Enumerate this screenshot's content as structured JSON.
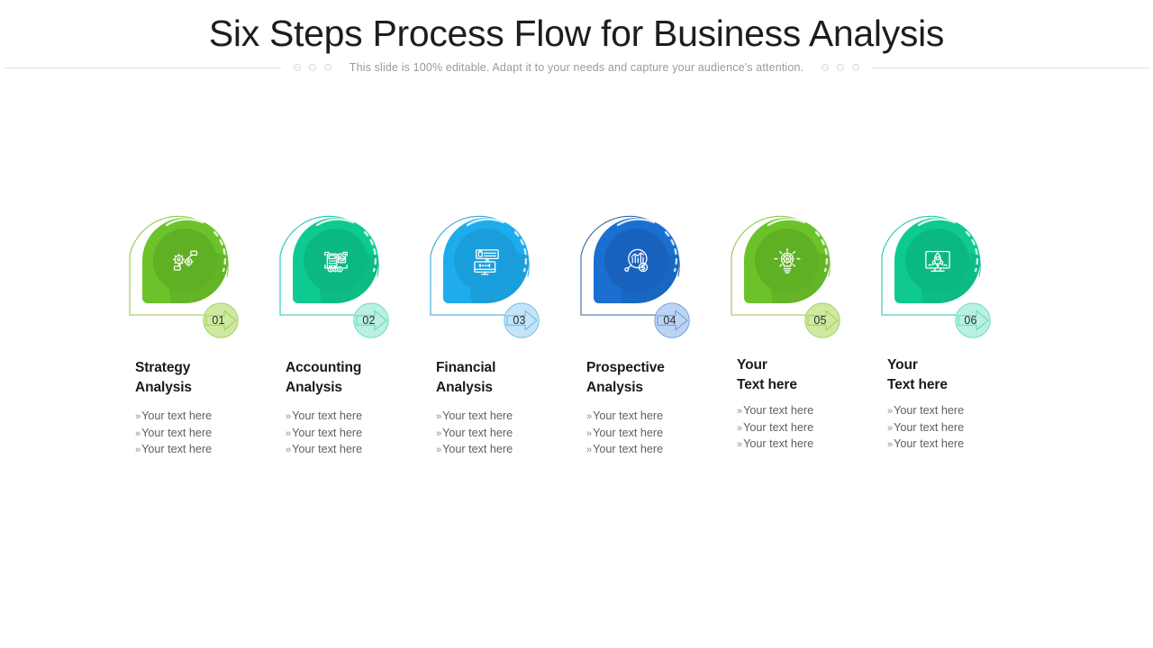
{
  "header": {
    "title": "Six Steps Process Flow for Business Analysis",
    "subtitle": "This slide is 100% editable. Adapt it to your needs and capture your audience's attention.",
    "dot_icon": "circle-outline-icon"
  },
  "steps": [
    {
      "number": "01",
      "heading": "Strategy\nAnalysis",
      "icon": "gears-strategy-icon",
      "colors": {
        "outer": "#6cc22a",
        "inner": "#5fb023",
        "frame": "#8cc63f",
        "badge_fill": "#cfeaa0",
        "badge_stroke": "#9ccd5a"
      },
      "bullets": [
        "Your text here",
        "Your text here",
        "Your text here"
      ]
    },
    {
      "number": "02",
      "heading": "Accounting\nAnalysis",
      "icon": "calculator-accounting-icon",
      "colors": {
        "outer": "#0fca90",
        "inner": "#0bb881",
        "frame": "#19c3ac",
        "badge_fill": "#b9f0e2",
        "badge_stroke": "#5fd9c0"
      },
      "bullets": [
        "Your text here",
        "Your text here",
        "Your text here"
      ]
    },
    {
      "number": "03",
      "heading": "Financial\nAnalysis",
      "icon": "secure-payment-monitor-icon",
      "colors": {
        "outer": "#1eacec",
        "inner": "#1a9edb",
        "frame": "#2e9fd4",
        "badge_fill": "#c3e5f7",
        "badge_stroke": "#66b9e4"
      },
      "bullets": [
        "Your text here",
        "Your text here",
        "Your text here"
      ]
    },
    {
      "number": "04",
      "heading": "Prospective\nAnalysis",
      "icon": "magnifier-chart-icon",
      "colors": {
        "outer": "#1a6fd0",
        "inner": "#1862bd",
        "frame": "#2b5f9e",
        "badge_fill": "#bcd4f2",
        "badge_stroke": "#6d9ad8"
      },
      "bullets": [
        "Your text here",
        "Your text here",
        "Your text here"
      ]
    },
    {
      "number": "05",
      "heading": "Your\nText here",
      "icon": "lightbulb-gear-icon",
      "colors": {
        "outer": "#6cc22a",
        "inner": "#5fb023",
        "frame": "#8cc63f",
        "badge_fill": "#cfeaa0",
        "badge_stroke": "#9ccd5a"
      },
      "bullets": [
        "Your text here",
        "Your text here",
        "Your text here"
      ]
    },
    {
      "number": "06",
      "heading": "Your\nText here",
      "icon": "rocket-monitor-icon",
      "colors": {
        "outer": "#0fca90",
        "inner": "#0bb881",
        "frame": "#19c3ac",
        "badge_fill": "#b9f0e2",
        "badge_stroke": "#5fd9c0"
      },
      "bullets": [
        "Your text here",
        "Your text here",
        "Your text here"
      ]
    }
  ],
  "bullet_marker": "»"
}
